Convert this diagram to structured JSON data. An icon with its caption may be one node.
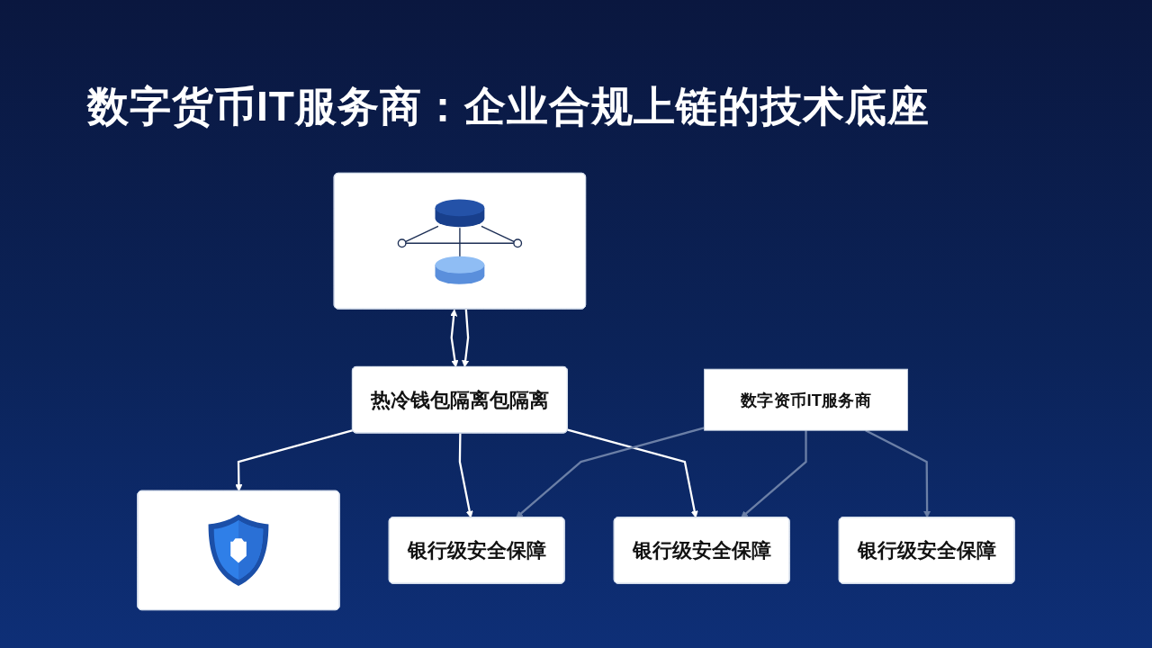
{
  "diagram": {
    "title": "数字货币IT服务商：企业合规上链的技术底座",
    "nodes": [
      {
        "text": [
          "数字资币IT服务商"
        ]
      },
      {
        "text": [],
        "shape": "picture"
      },
      {
        "text": [],
        "shape": "picture"
      },
      {
        "text": [
          "热冷钱包隔离包隔离"
        ]
      },
      {
        "text": [
          "银行级安全保障"
        ]
      },
      {
        "text": [
          "银行级安全保障"
        ]
      },
      {
        "text": [
          "银行级安全保障"
        ]
      }
    ],
    "edges": [
      {
        "from": 1,
        "to": 3,
        "arrow": "both"
      },
      {
        "from": 1,
        "to": 3,
        "arrow": "to"
      },
      {
        "from": 3,
        "to": 2,
        "arrow": "to"
      },
      {
        "from": 3,
        "to": 6,
        "arrow": "to"
      },
      {
        "from": 3,
        "to": 5,
        "arrow": "to"
      },
      {
        "from": 0,
        "to": 4,
        "arrow": "to",
        "color": "#6b7fa6"
      },
      {
        "from": 0,
        "to": 5,
        "arrow": "to",
        "color": "#6b7fa6"
      },
      {
        "from": 0,
        "to": 6,
        "arrow": "to",
        "color": "#6b7fa6"
      }
    ]
  }
}
